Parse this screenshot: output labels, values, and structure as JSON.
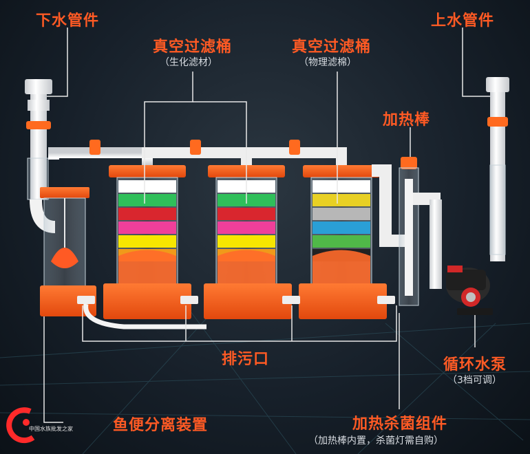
{
  "labels": {
    "downpipe": "下水管件",
    "uppipe": "上水管件",
    "vacuum1_title": "真空过滤桶",
    "vacuum1_sub": "（生化滤材）",
    "vacuum2_title": "真空过滤桶",
    "vacuum2_sub": "（物理滤棉）",
    "heater": "加热棒",
    "drain": "排污口",
    "pump_title": "循环水泵",
    "pump_sub": "（3档可调）",
    "separator": "鱼便分离装置",
    "sterilizer_title": "加热杀菌组件",
    "sterilizer_sub": "（加热棒内置，杀菌灯需自购）"
  },
  "logo": {
    "line1": "中国水族批发之家",
    "line2": "ICONS: brand-logo"
  },
  "colors": {
    "accent": "#ff5a24",
    "leader": "#e8e8e8",
    "pipe": "#f2f2f2",
    "base": "#ff6a1f"
  },
  "filter1_rings": [
    "#ffffff",
    "#2fbf5a",
    "#d9262e",
    "#ef3f9a",
    "#f7e600",
    "#f09a1a"
  ],
  "filter2_rings": [
    "#ffffff",
    "#2fbf5a",
    "#d9262e",
    "#ef3f9a",
    "#f7e600",
    "#f09a1a"
  ],
  "filter3_rings": [
    "#ffffff",
    "#e8d024",
    "#b7b7b7",
    "#2a9fd6",
    "#50b848",
    "#222222"
  ]
}
